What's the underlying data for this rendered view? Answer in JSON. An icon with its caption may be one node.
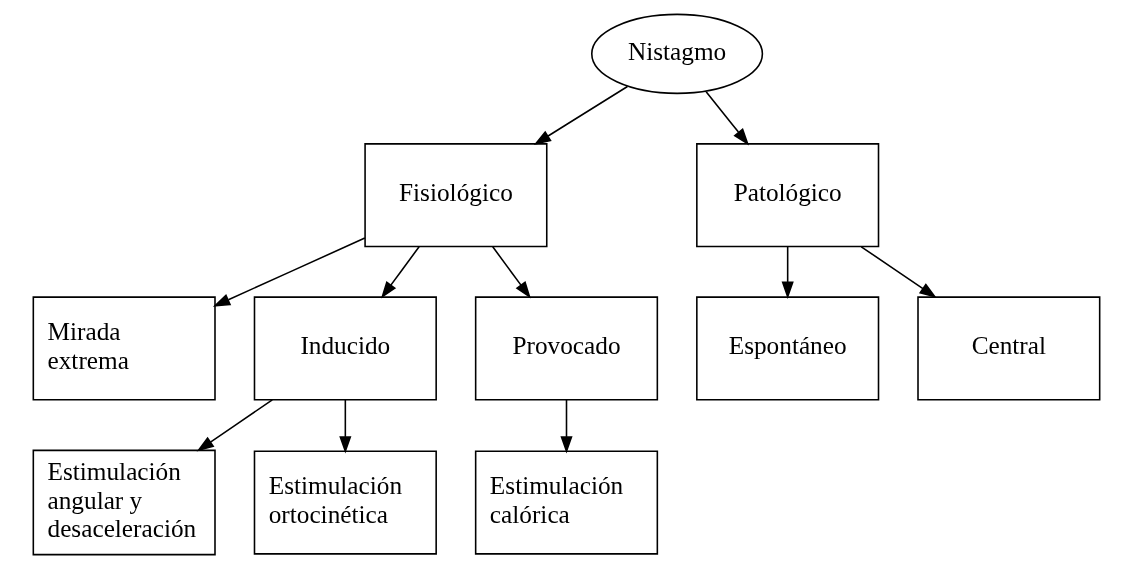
{
  "diagram": {
    "nodes": [
      {
        "text": [
          "Nistagmo"
        ]
      },
      {
        "text": [
          "Fisiológico"
        ]
      },
      {
        "text": [
          "Patológico"
        ]
      },
      {
        "text": [
          "Mirada extrema"
        ]
      },
      {
        "text": [
          "Inducido"
        ]
      },
      {
        "text": [
          "Provocado"
        ]
      },
      {
        "text": [
          "Espontáneo"
        ]
      },
      {
        "text": [
          "Central"
        ]
      },
      {
        "text": [
          "Estimulación angular y desaceleración"
        ]
      },
      {
        "text": [
          "Estimulación ortocinética"
        ]
      },
      {
        "text": [
          "Estimulación calórica"
        ]
      }
    ],
    "edges": [
      {
        "from": 0,
        "to": 1,
        "arrow": "to"
      },
      {
        "from": 0,
        "to": 2,
        "arrow": "to"
      },
      {
        "from": 1,
        "to": 3,
        "arrow": "to"
      },
      {
        "from": 1,
        "to": 4,
        "arrow": "to"
      },
      {
        "from": 1,
        "to": 5,
        "arrow": "to"
      },
      {
        "from": 2,
        "to": 6,
        "arrow": "to"
      },
      {
        "from": 2,
        "to": 7,
        "arrow": "to"
      },
      {
        "from": 4,
        "to": 8,
        "arrow": "to"
      },
      {
        "from": 4,
        "to": 9,
        "arrow": "to"
      },
      {
        "from": 5,
        "to": 10,
        "arrow": "to"
      }
    ]
  }
}
